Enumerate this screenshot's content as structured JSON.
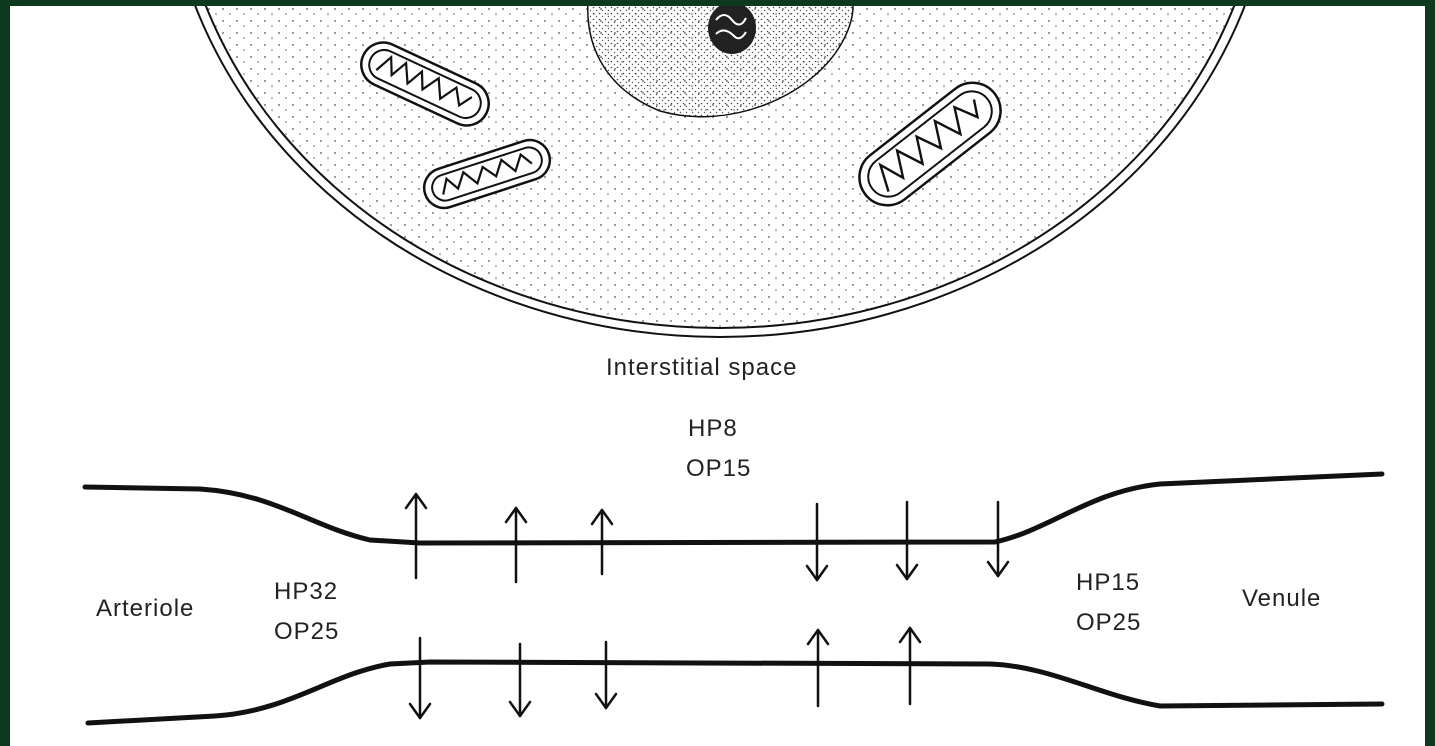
{
  "colors": {
    "background": "#0d3a1e",
    "paper": "#ffffff",
    "ink": "#111111"
  },
  "labels": {
    "interstitial": "Interstitial space",
    "interstitial_hp": "HP8",
    "interstitial_op": "OP15",
    "arteriole": "Arteriole",
    "arteriole_hp": "HP32",
    "arteriole_op": "OP25",
    "venule": "Venule",
    "venule_hp": "HP15",
    "venule_op": "OP25"
  },
  "icons": [
    "cell-icon",
    "nucleus-icon",
    "mitochondrion-icon",
    "arrow-up-icon",
    "arrow-down-icon"
  ]
}
